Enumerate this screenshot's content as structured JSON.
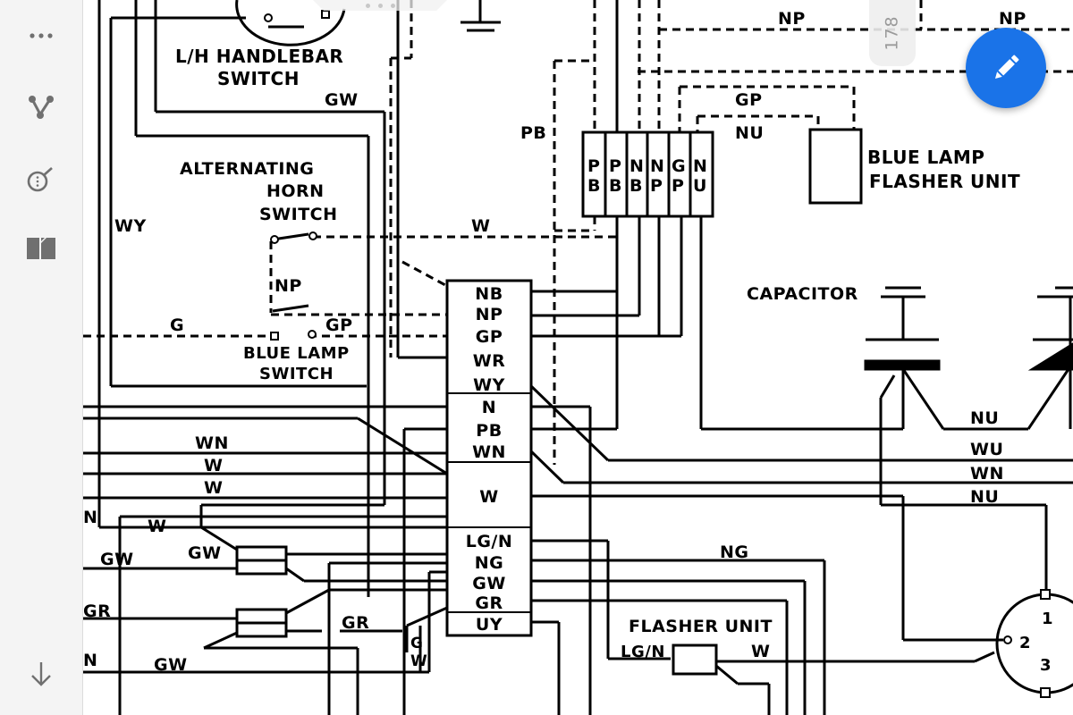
{
  "sidebar": {
    "items": [
      {
        "icon": "more-horizontal-icon",
        "label": "More options"
      },
      {
        "icon": "share-nodes-icon",
        "label": "Share"
      },
      {
        "icon": "search-in-document-icon",
        "label": "Find in document"
      },
      {
        "icon": "pages-grid-icon",
        "label": "Page view"
      },
      {
        "icon": "arrow-down-icon",
        "label": "Scroll down"
      }
    ]
  },
  "viewer": {
    "page_number": "178",
    "edit_button_icon": "pencil-icon"
  },
  "diagram": {
    "components": {
      "lh_handlebar_switch_line1": "L/H HANDLEBAR",
      "lh_handlebar_switch_line2": "SWITCH",
      "alternating_horn_switch_line1": "ALTERNATING",
      "alternating_horn_switch_line2": "HORN",
      "alternating_horn_switch_line3": "SWITCH",
      "blue_lamp_switch_line1": "BLUE LAMP",
      "blue_lamp_switch_line2": "SWITCH",
      "blue_lamp_flasher_line1": "BLUE LAMP",
      "blue_lamp_flasher_line2": "FLASHER UNIT",
      "capacitor": "CAPACITOR",
      "flasher_unit": "FLASHER UNIT"
    },
    "upper_connector": [
      {
        "top": "P",
        "bottom": "B"
      },
      {
        "top": "P",
        "bottom": "B"
      },
      {
        "top": "N",
        "bottom": "B"
      },
      {
        "top": "N",
        "bottom": "P"
      },
      {
        "top": "G",
        "bottom": "P"
      },
      {
        "top": "N",
        "bottom": "U"
      }
    ],
    "main_connector": [
      "NB",
      "NP",
      "GP",
      "WR",
      "WY",
      "N",
      "PB",
      "WN",
      "W",
      "LG/N",
      "NG",
      "GW",
      "GR",
      "UY"
    ],
    "wire_labels": {
      "np_top_1": "NP",
      "np_top_2": "NP",
      "gw_top": "GW",
      "pb": "PB",
      "gp_top": "GP",
      "nu_top": "NU",
      "wy_left": "WY",
      "w_mid": "W",
      "np_horn": "NP",
      "g_left": "G",
      "gp_switch": "GP",
      "wn_left": "WN",
      "w_left_1": "W",
      "w_left_2": "W",
      "n_edge_1": "N",
      "w_left_3": "W",
      "gw_edge": "GW",
      "gw_mid": "GW",
      "gr_edge": "GR",
      "gr_mid": "GR",
      "g_vert": "G",
      "w_vert": "W",
      "n_edge_2": "N",
      "gw_bottom": "GW",
      "nu_right_1": "NU",
      "wu_right": "WU",
      "wn_right": "WN",
      "nu_right_2": "NU",
      "ng_mid": "NG",
      "lgn_flasher": "LG/N",
      "w_flasher": "W",
      "switch_pos_2": "2",
      "switch_pos_1": "1",
      "switch_pos_3": "3"
    }
  }
}
